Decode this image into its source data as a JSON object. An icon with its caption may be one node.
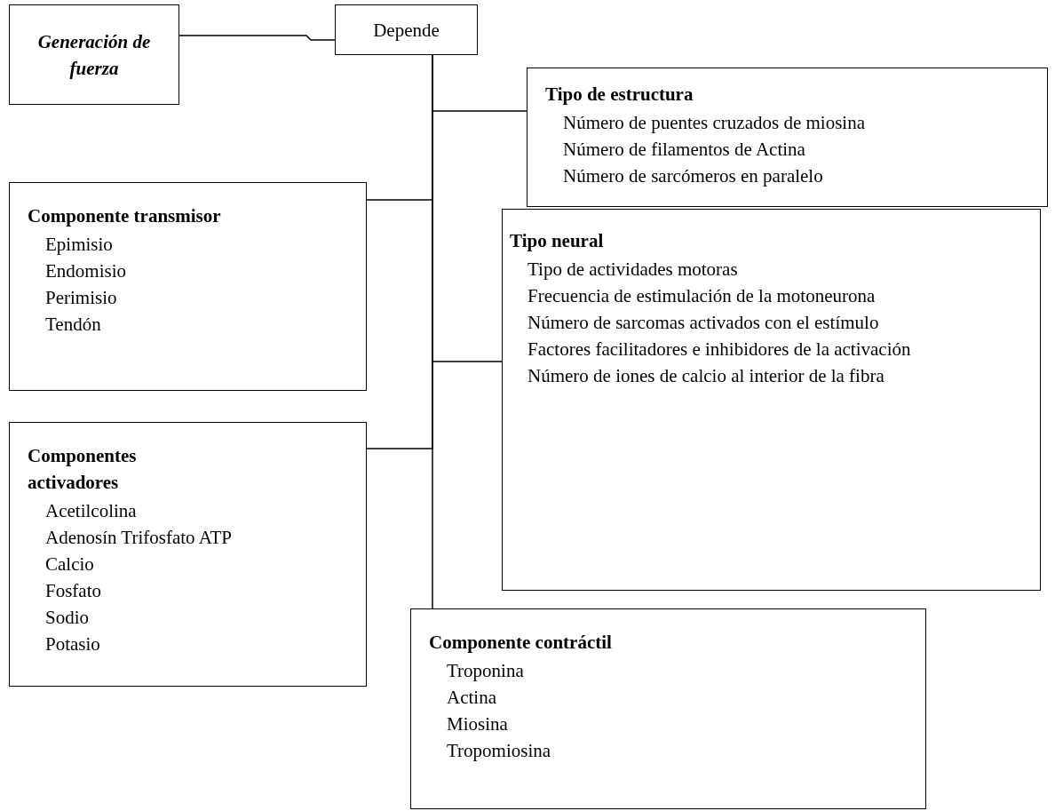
{
  "diagram": {
    "nodes": [
      {
        "text": [
          "Generación de fuerza"
        ]
      },
      {
        "text": [
          "Depende"
        ]
      },
      {
        "text": [
          "Tipo de estructura",
          "Número de puentes cruzados de miosina",
          "Número de filamentos de Actina",
          "Número de sarcómeros en paralelo"
        ]
      },
      {
        "text": [
          "Componente transmisor",
          "Epimisio",
          "Endomisio",
          "Perimisio",
          "Tendón"
        ]
      },
      {
        "text": [
          "Tipo neural",
          "Tipo de actividades motoras",
          "Frecuencia de estimulación de la motoneurona",
          "Número de sarcomas activados con el estímulo",
          "Factores facilitadores e inhibidores de la activación",
          "Número de iones de calcio al interior de la fibra"
        ]
      },
      {
        "text": [
          "Componentes activadores",
          "Acetilcolina",
          "Adenosín Trifosfato ATP",
          "Calcio",
          "Fosfato",
          "Sodio",
          "Potasio"
        ]
      },
      {
        "text": [
          "Componente contráctil",
          "Troponina",
          "Actina",
          "Miosina",
          "Tropomiosina"
        ]
      }
    ],
    "edges": [
      {
        "from": 0,
        "to": 1,
        "arrow": "none"
      },
      {
        "from": 1,
        "to": 2,
        "arrow": "none"
      },
      {
        "from": 1,
        "to": 3,
        "arrow": "none"
      },
      {
        "from": 1,
        "to": 4,
        "arrow": "none"
      },
      {
        "from": 1,
        "to": 5,
        "arrow": "none"
      },
      {
        "from": 1,
        "to": 6,
        "arrow": "none"
      }
    ]
  }
}
